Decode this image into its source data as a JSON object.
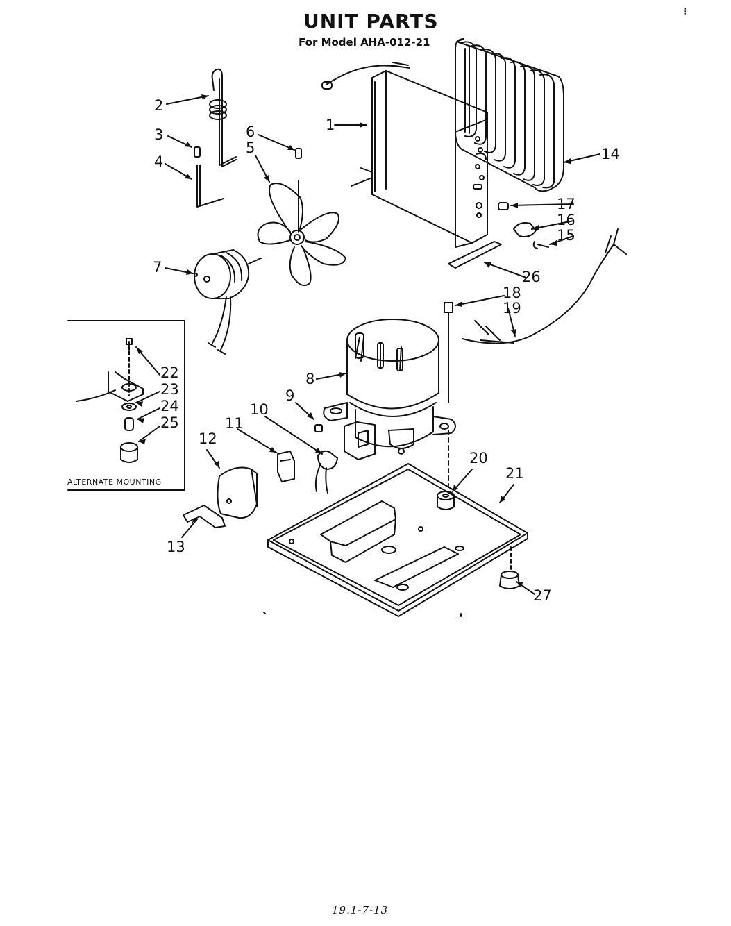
{
  "title": "UNIT PARTS",
  "subtitle": "For Model AHA-012-21",
  "inset_label": "ALTERNATE MOUNTING",
  "footer_code": "19.1-7-13",
  "corner_mark": "⁝",
  "callouts": {
    "c1": "1",
    "c2": "2",
    "c3": "3",
    "c4": "4",
    "c5": "5",
    "c6": "6",
    "c7": "7",
    "c8": "8",
    "c9": "9",
    "c10": "10",
    "c11": "11",
    "c12": "12",
    "c13": "13",
    "c14": "14",
    "c15": "15",
    "c16": "16",
    "c17": "17",
    "c18": "18",
    "c19": "19",
    "c20": "20",
    "c21": "21",
    "c22": "22",
    "c23": "23",
    "c24": "24",
    "c25": "25",
    "c26": "26",
    "c27": "27"
  }
}
